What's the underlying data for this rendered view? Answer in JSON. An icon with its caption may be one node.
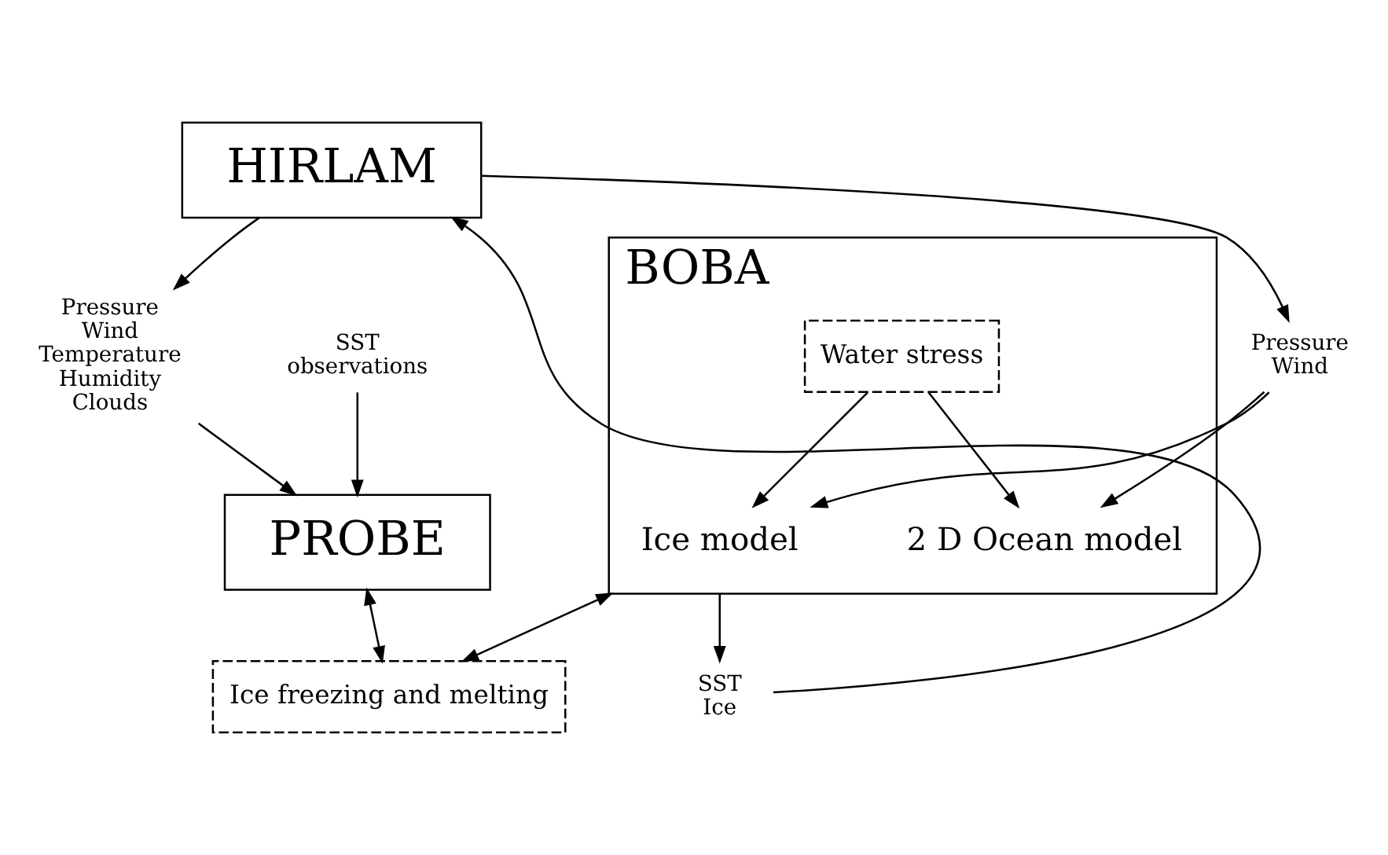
{
  "diagram": {
    "nodes": [
      {
        "text": [
          "HIRLAM"
        ]
      },
      {
        "text": [
          "Pressure Wind"
        ]
      },
      {
        "text": [
          "Pressure Wind Temperature Humidity Clouds"
        ]
      },
      {
        "text": [
          "SST Ice"
        ]
      },
      {
        "text": [
          "BOBA"
        ]
      },
      {
        "text": [
          "Ice model"
        ],
        "in": 4
      },
      {
        "text": [
          "Water stress"
        ],
        "in": 4
      },
      {
        "text": [
          "2 D Ocean model"
        ],
        "in": 4
      },
      {
        "text": [
          "Ice freezing and melting"
        ]
      },
      {
        "text": [
          "PROBE"
        ]
      },
      {
        "text": [
          "SST observations"
        ]
      }
    ],
    "edges": [
      {
        "from": 0,
        "to": 2,
        "arrow": "to"
      },
      {
        "from": 0,
        "to": 1,
        "arrow": "to"
      },
      {
        "from": 1,
        "to": 5,
        "arrow": "to"
      },
      {
        "from": 1,
        "to": 7,
        "arrow": "to"
      },
      {
        "from": 2,
        "to": 9,
        "arrow": "to"
      },
      {
        "from": 4,
        "to": 3,
        "arrow": "to"
      },
      {
        "from": 3,
        "to": 0,
        "arrow": "to"
      },
      {
        "from": 6,
        "to": 5,
        "arrow": "to"
      },
      {
        "from": 6,
        "to": 7,
        "arrow": "to"
      },
      {
        "from": 4,
        "to": 8,
        "arrow": "both"
      },
      {
        "from": 9,
        "to": 8,
        "arrow": "both"
      },
      {
        "from": 10,
        "to": 9,
        "arrow": "to"
      }
    ]
  }
}
